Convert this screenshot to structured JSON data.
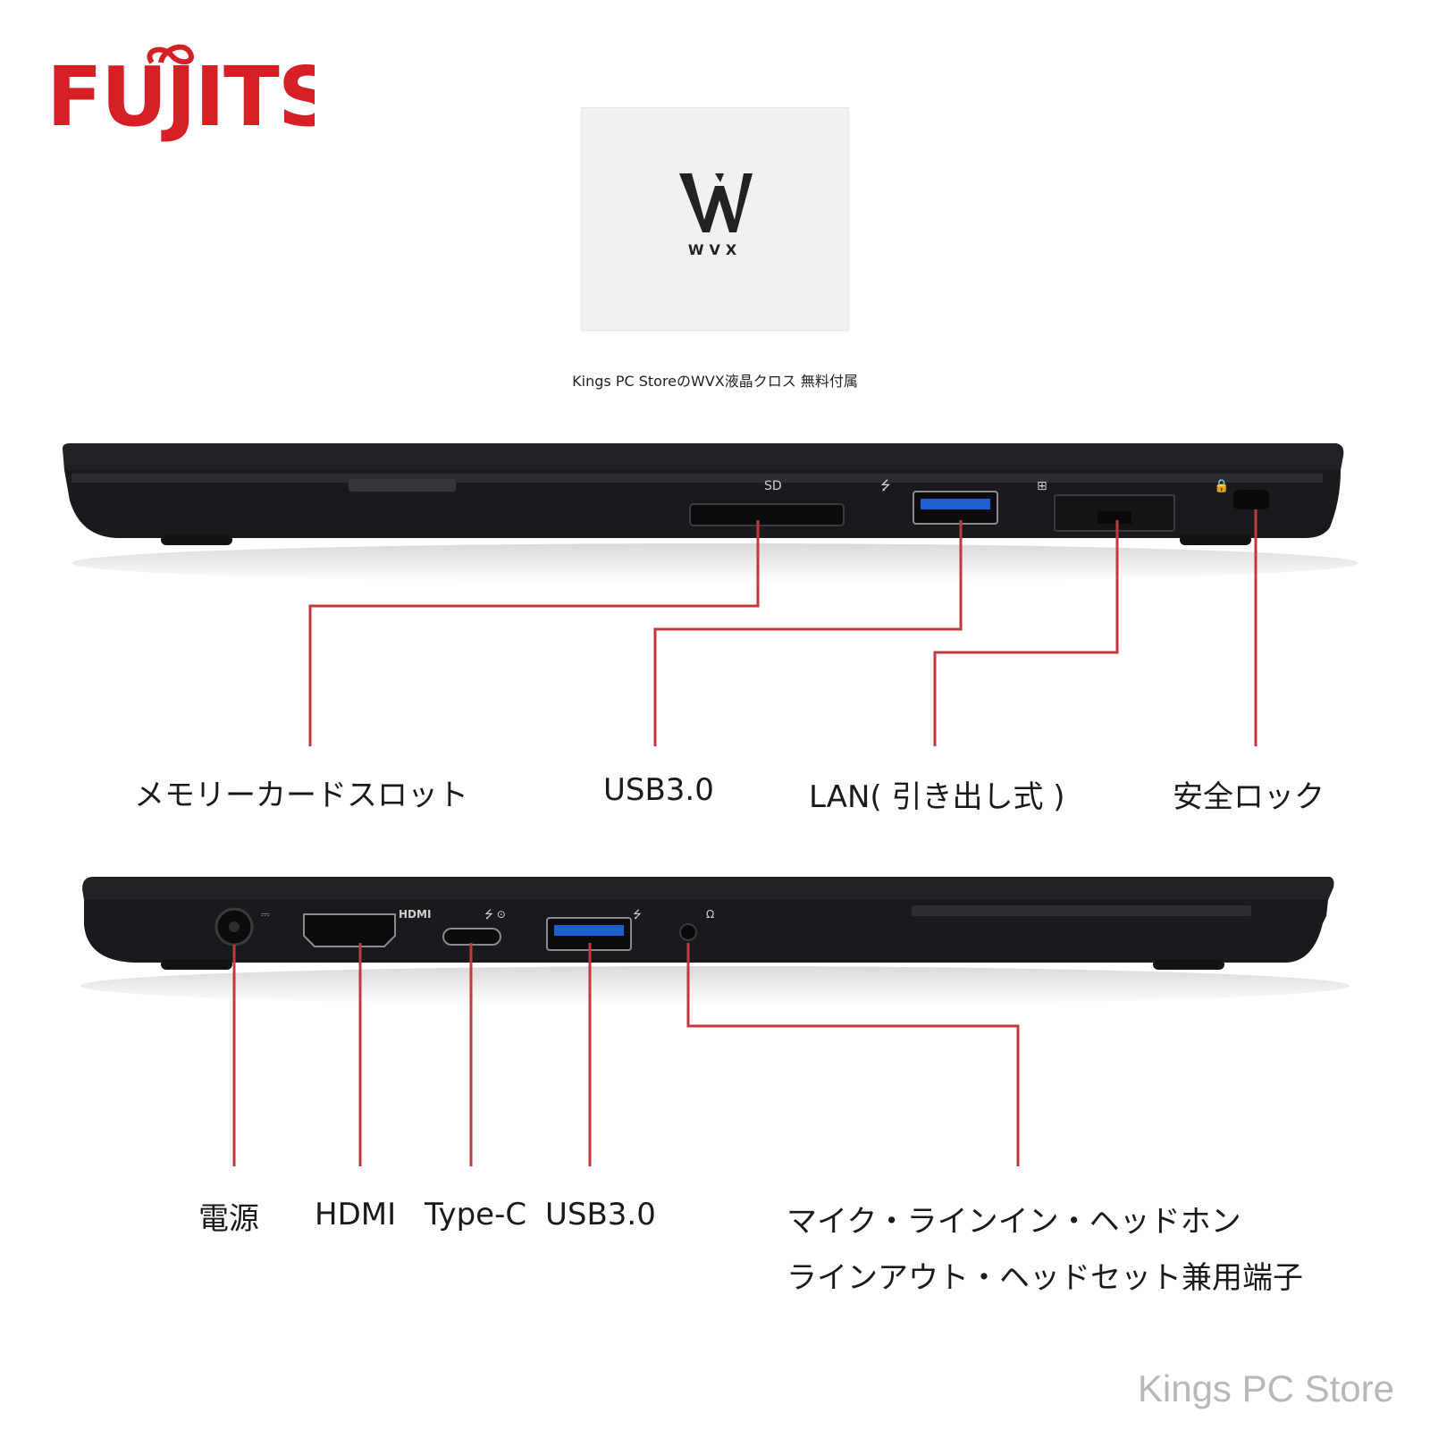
{
  "brand": {
    "logo_text": "FUJITSU",
    "color": "#d71f26"
  },
  "cloth": {
    "mark_text": "WVX",
    "caption": "Kings PC StoreのWVX液晶クロス 無料付属"
  },
  "right_side": {
    "labels": {
      "memory_card": "メモリーカードスロット",
      "usb": "USB3.0",
      "lan": "LAN( 引き出し式 )",
      "lock": "安全ロック"
    }
  },
  "left_side": {
    "labels": {
      "power": "電源",
      "hdmi": "HDMI",
      "typec": "Type-C",
      "usb": "USB3.0",
      "audio_line1": "マイク・ラインイン・ヘッドホン",
      "audio_line2": "ラインアウト・ヘッドセット兼用端子"
    }
  },
  "colors": {
    "callout": "#c0393b",
    "chassis": "#1b1c1f",
    "usb_blue": "#1f5fd0"
  },
  "watermark": "Kings PC Store"
}
